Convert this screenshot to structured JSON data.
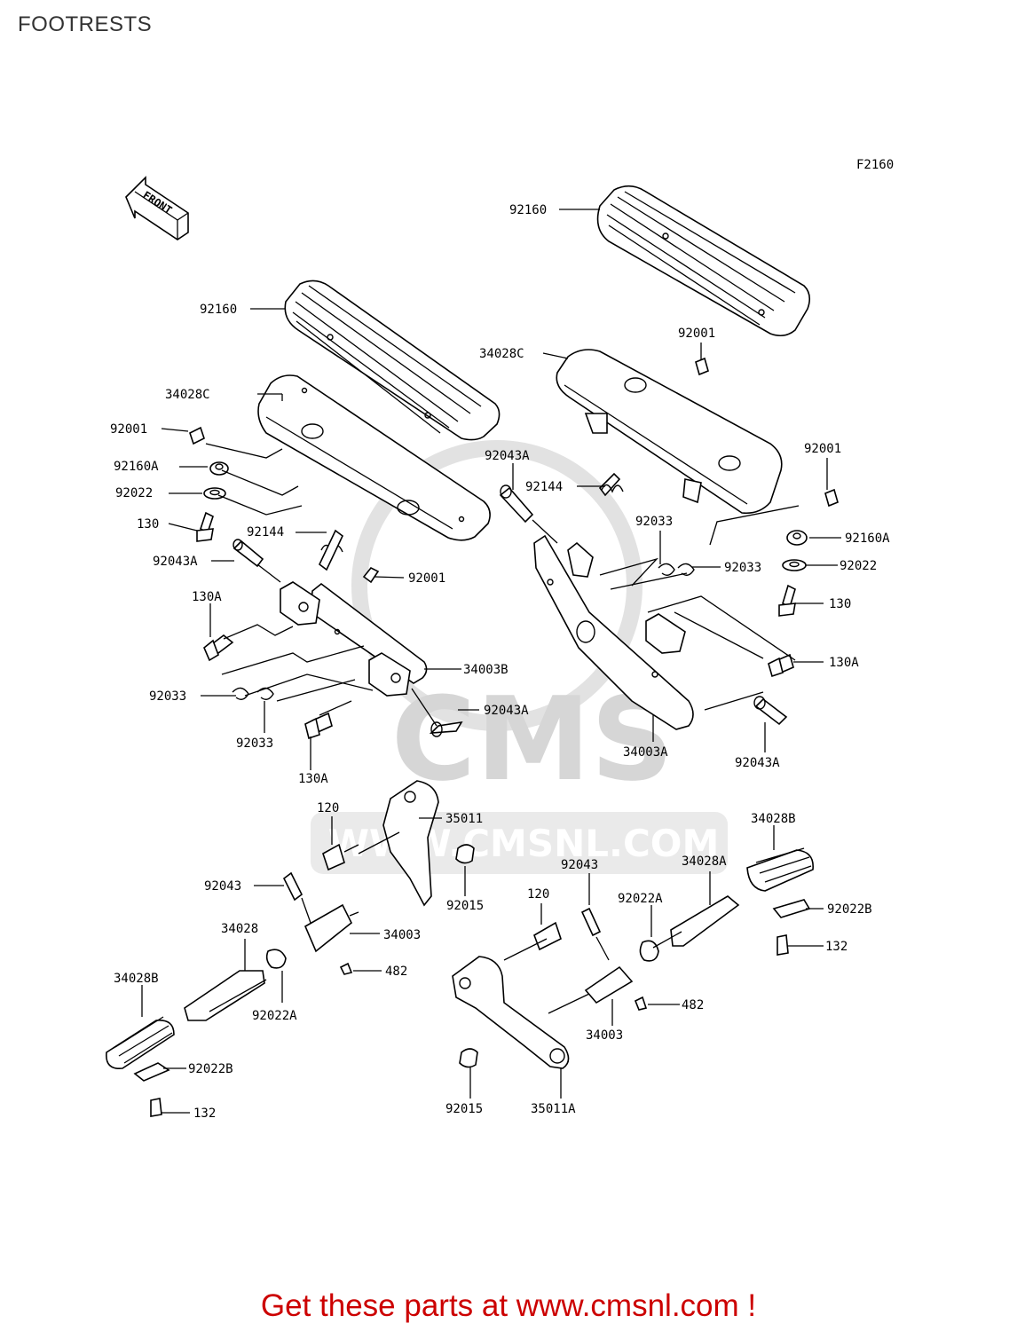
{
  "page": {
    "title": "FOOTRESTS",
    "figure_code": "F2160",
    "front_label": "FRONT",
    "watermark_brand": "CMS",
    "watermark_url": "WWW.CMSNL.COM",
    "footer_cta": "Get these parts at www.cmsnl.com !"
  },
  "callouts": [
    {
      "id": "c01",
      "text": "92160"
    },
    {
      "id": "c02",
      "text": "92160"
    },
    {
      "id": "c03",
      "text": "34028C"
    },
    {
      "id": "c04",
      "text": "92001"
    },
    {
      "id": "c05",
      "text": "92160A"
    },
    {
      "id": "c06",
      "text": "92022"
    },
    {
      "id": "c07",
      "text": "130"
    },
    {
      "id": "c08",
      "text": "92144"
    },
    {
      "id": "c09",
      "text": "92043A"
    },
    {
      "id": "c10",
      "text": "92001"
    },
    {
      "id": "c11",
      "text": "130A"
    },
    {
      "id": "c12",
      "text": "34003B"
    },
    {
      "id": "c13",
      "text": "92033"
    },
    {
      "id": "c14",
      "text": "92033"
    },
    {
      "id": "c15",
      "text": "92043A"
    },
    {
      "id": "c16",
      "text": "130A"
    },
    {
      "id": "c17",
      "text": "92001"
    },
    {
      "id": "c18",
      "text": "34028C"
    },
    {
      "id": "c19",
      "text": "92043A"
    },
    {
      "id": "c20",
      "text": "92144"
    },
    {
      "id": "c21",
      "text": "92001"
    },
    {
      "id": "c22",
      "text": "92160A"
    },
    {
      "id": "c23",
      "text": "92033"
    },
    {
      "id": "c24",
      "text": "92033"
    },
    {
      "id": "c25",
      "text": "92022"
    },
    {
      "id": "c26",
      "text": "130"
    },
    {
      "id": "c27",
      "text": "130A"
    },
    {
      "id": "c28",
      "text": "34003A"
    },
    {
      "id": "c29",
      "text": "92043A"
    },
    {
      "id": "c30",
      "text": "120"
    },
    {
      "id": "c31",
      "text": "35011"
    },
    {
      "id": "c32",
      "text": "92015"
    },
    {
      "id": "c33",
      "text": "92043"
    },
    {
      "id": "c34",
      "text": "34028"
    },
    {
      "id": "c35",
      "text": "34003"
    },
    {
      "id": "c36",
      "text": "482"
    },
    {
      "id": "c37",
      "text": "92022A"
    },
    {
      "id": "c38",
      "text": "34028B"
    },
    {
      "id": "c39",
      "text": "92022B"
    },
    {
      "id": "c40",
      "text": "132"
    },
    {
      "id": "c41",
      "text": "34028B"
    },
    {
      "id": "c42",
      "text": "34028A"
    },
    {
      "id": "c43",
      "text": "92043"
    },
    {
      "id": "c44",
      "text": "92022A"
    },
    {
      "id": "c45",
      "text": "92022B"
    },
    {
      "id": "c46",
      "text": "132"
    },
    {
      "id": "c47",
      "text": "120"
    },
    {
      "id": "c48",
      "text": "482"
    },
    {
      "id": "c49",
      "text": "34003"
    },
    {
      "id": "c50",
      "text": "92015"
    },
    {
      "id": "c51",
      "text": "35011A"
    }
  ]
}
